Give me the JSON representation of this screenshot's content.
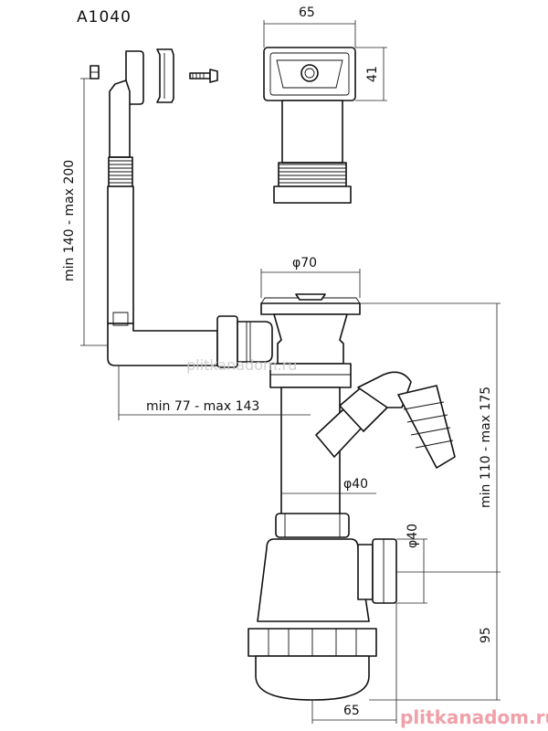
{
  "model_code": "A1040",
  "dimensions": {
    "top_width": "65",
    "top_height": "41",
    "overflow_length": "min 140 - max 200",
    "flange_diameter": "φ70",
    "pipe_reach": "min 77 - max 143",
    "pipe_diameter": "φ40",
    "outlet_diameter": "φ40",
    "total_height": "min 110 - max 175",
    "trap_height": "95",
    "bottom_width": "65"
  },
  "watermarks": {
    "center": "plitkanadom.ru",
    "corner": "plitkanadom.ru"
  },
  "colors": {
    "line": "#111111",
    "watermark": "#f0a0a8"
  }
}
